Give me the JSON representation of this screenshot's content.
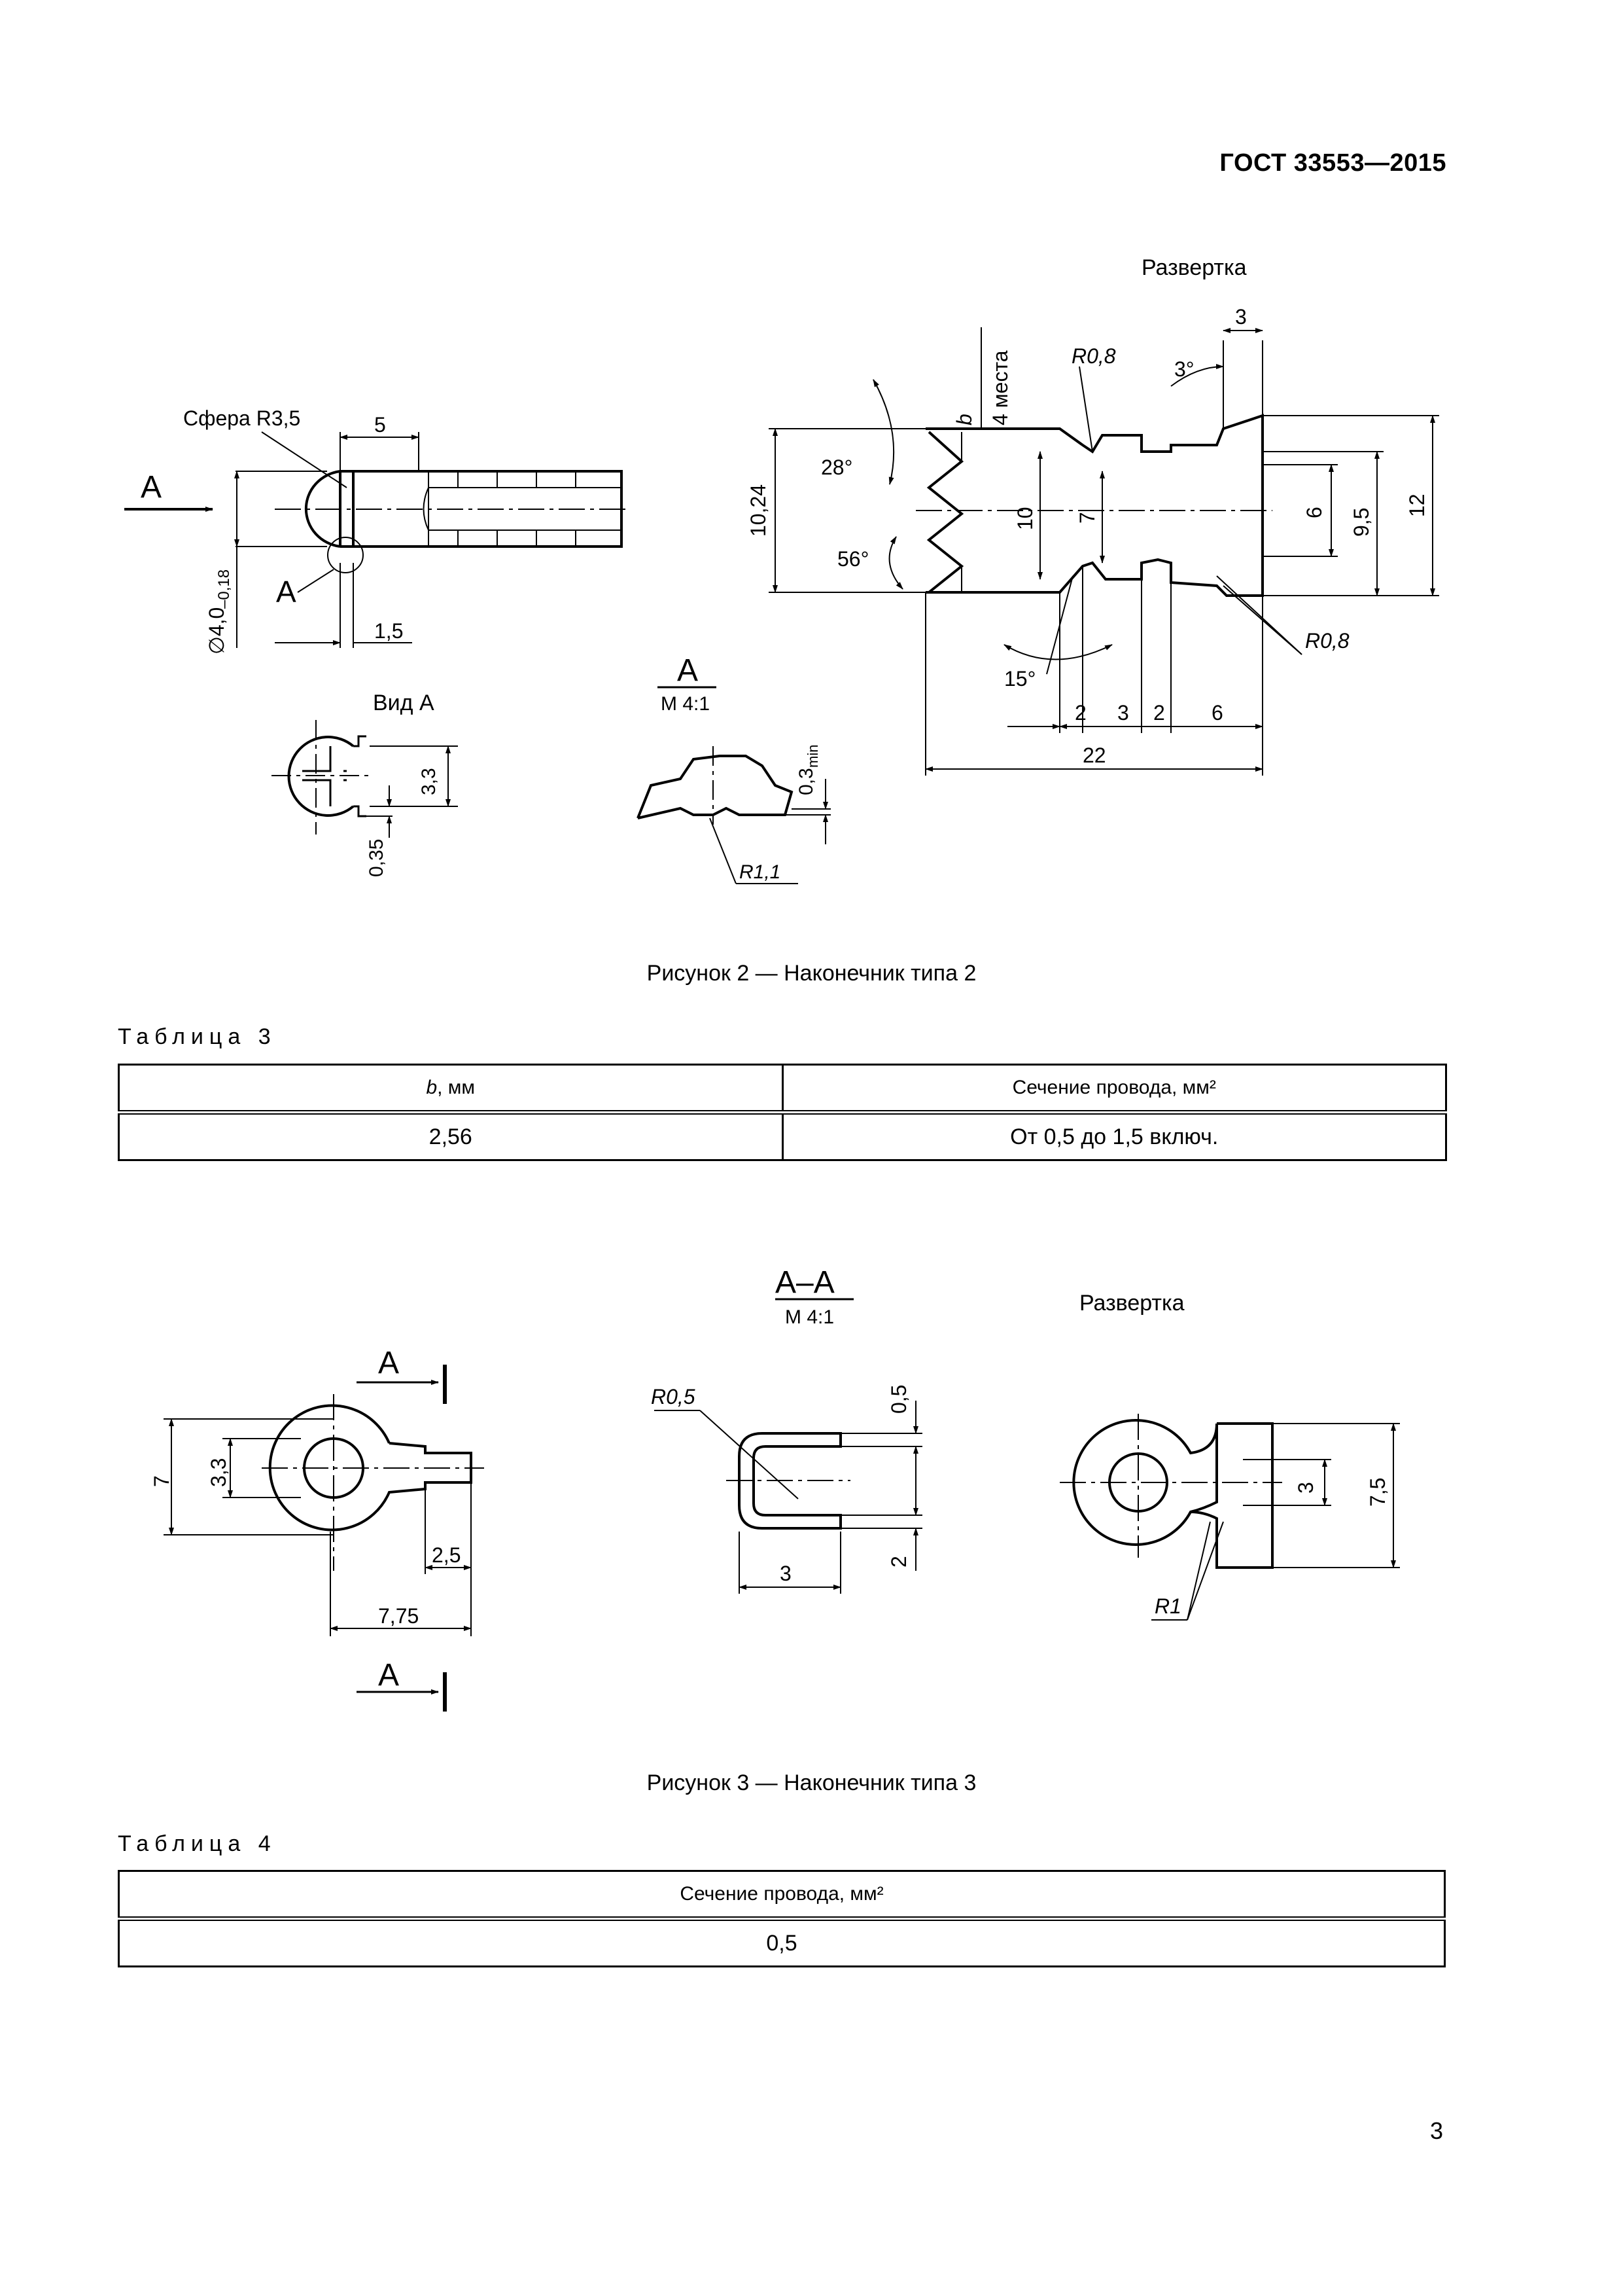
{
  "header": {
    "standard": "ГОСТ 33553—2015"
  },
  "figure2": {
    "caption": "Рисунок 2 — Наконечник типа 2",
    "labels": {
      "arrow_a": "A",
      "sphere": "Сфера R3,5",
      "dim_5": "5",
      "circle_a": "A",
      "diameter": "∅4,0",
      "diameter_tol": "–0,18",
      "dim_1_5": "1,5",
      "view_a": "Вид А",
      "dim_3_3": "3,3",
      "dim_0_35": "0,35",
      "detail_letter": "A",
      "detail_scale": "M 4:1",
      "dim_0_3": "0,3",
      "dim_0_3_sub": "min",
      "r1_1": "R1,1",
      "razvertka": "Развертка",
      "b": "b",
      "four_places": "4 места",
      "r0_8_top": "R0,8",
      "dim_3_top": "3",
      "angle_3": "3°",
      "angle_28": "28°",
      "angle_56": "56°",
      "angle_15": "15°",
      "dim_10_24": "10,24",
      "dim_10": "10",
      "dim_7": "7",
      "dim_6": "6",
      "dim_9_5": "9,5",
      "dim_12": "12",
      "r0_8_bottom": "R0,8",
      "dim_2a": "2",
      "dim_3b": "3",
      "dim_2b": "2",
      "dim_6b": "6",
      "dim_22": "22"
    }
  },
  "table3": {
    "label": "Таблица 3",
    "headers": {
      "b": "b, мм",
      "section": "Сечение провода, мм²"
    },
    "rows": [
      {
        "b": "2,56",
        "section": "От 0,5 до 1,5 включ."
      }
    ]
  },
  "figure3": {
    "caption": "Рисунок 3 — Наконечник типа 3",
    "labels": {
      "a_top": "A",
      "a_bottom": "A",
      "dim_7": "7",
      "dim_3_3": "3,3",
      "dim_2_5": "2,5",
      "dim_7_75": "7,75",
      "section_aa": "А–А",
      "section_scale": "M 4:1",
      "r0_5": "R0,5",
      "dim_0_5": "0,5",
      "dim_2": "2",
      "dim_3": "3",
      "razvertka": "Развертка",
      "dim_3_right": "3",
      "dim_7_5": "7,5",
      "r1": "R1"
    }
  },
  "table4": {
    "label": "Таблица 4",
    "headers": {
      "section": "Сечение провода, мм²"
    },
    "rows": [
      {
        "section": "0,5"
      }
    ]
  },
  "footer": {
    "page_number": "3"
  }
}
